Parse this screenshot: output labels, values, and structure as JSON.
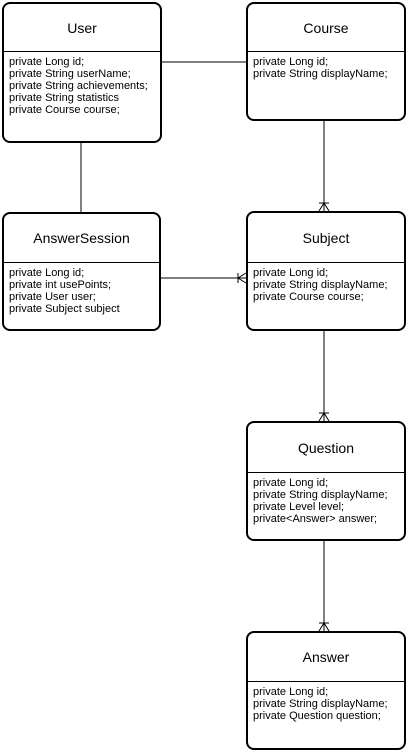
{
  "entities": {
    "user": {
      "title": "User",
      "fields": [
        "private Long id;",
        "private String userName;",
        "private String achievements;",
        "private String statistics",
        "private Course course;"
      ]
    },
    "course": {
      "title": "Course",
      "fields": [
        "private Long id;",
        "private String displayName;"
      ]
    },
    "answer_session": {
      "title": "AnswerSession",
      "fields": [
        "private Long id;",
        "private int usePoints;",
        "private User user;",
        "private Subject subject"
      ]
    },
    "subject": {
      "title": "Subject",
      "fields": [
        "private Long id;",
        "private String displayName;",
        "private Course course;"
      ]
    },
    "question": {
      "title": "Question",
      "fields": [
        "private Long id;",
        "private String displayName;",
        "private Level level;",
        "private<Answer> answer;"
      ]
    },
    "answer": {
      "title": "Answer",
      "fields": [
        "private Long id;",
        "private String displayName;",
        "private Question question;"
      ]
    }
  }
}
